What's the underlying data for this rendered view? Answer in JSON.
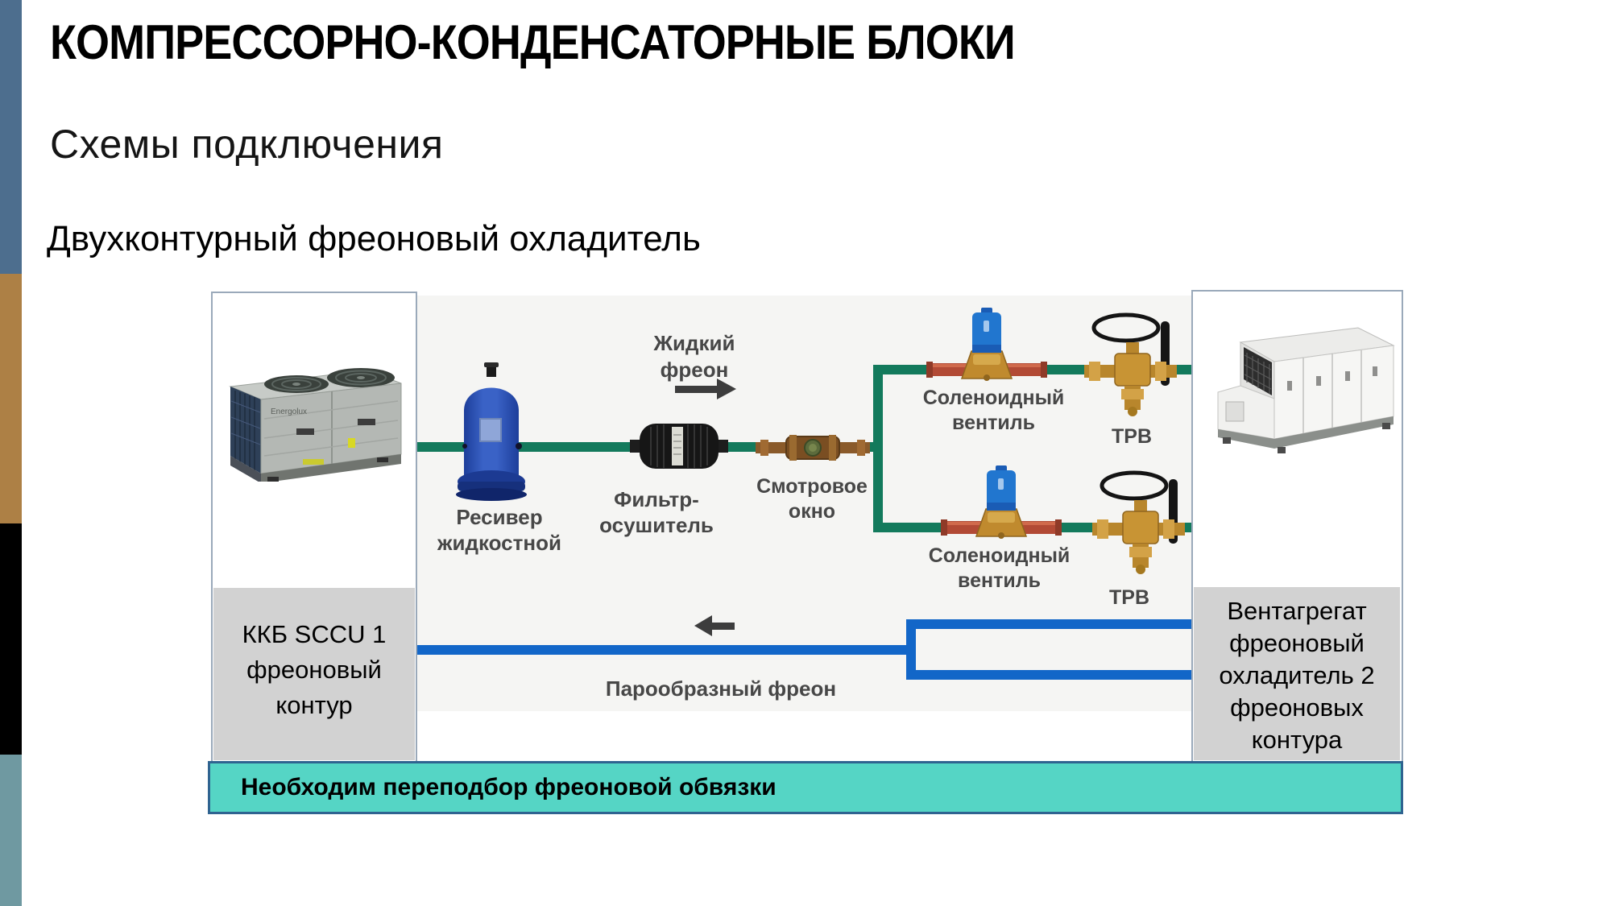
{
  "slide": {
    "title": "КОМПРЕССОРНО-КОНДЕНСАТОРНЫЕ БЛОКИ",
    "subtitle": "Схемы подключения",
    "section_heading": "Двухконтурный фреоновый охладитель"
  },
  "accent_bar_colors": [
    "#4d6e8e",
    "#ad8045",
    "#000000",
    "#6f99a1"
  ],
  "diagram": {
    "left_unit": {
      "brand": "Energolux",
      "label_lines": [
        "ККБ SCCU",
        "1 фреоновый",
        "контур"
      ]
    },
    "right_unit": {
      "label_lines": [
        "Вентагрегат",
        "фреоновый",
        "охладитель",
        "2 фреоновых",
        "контура"
      ]
    },
    "flow_labels": {
      "liquid": [
        "Жидкий",
        "фреон"
      ],
      "vapor": "Парообразный фреон"
    },
    "component_labels": {
      "receiver": [
        "Ресивер",
        "жидкостной"
      ],
      "filter_drier": [
        "Фильтр-",
        "осушитель"
      ],
      "sight_glass": [
        "Смотровое",
        "окно"
      ],
      "solenoid_valve": [
        "Соленоидный",
        "вентиль"
      ],
      "txv": "ТРВ"
    },
    "banner": "Необходим переподбор фреоновой обвязки",
    "colors": {
      "liquid_pipe": "#137a5c",
      "vapor_pipe": "#1266c8",
      "banner_bg": "#55d5c5",
      "banner_border": "#2f6390",
      "label_box_bg": "#d2d2d2"
    }
  }
}
